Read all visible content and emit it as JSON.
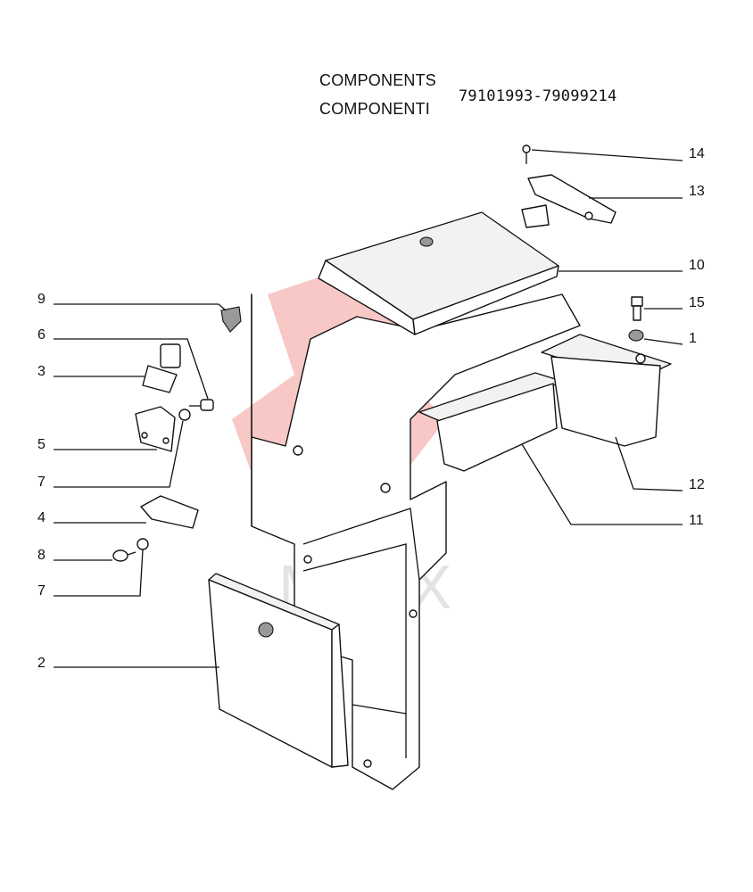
{
  "header": {
    "title_en": "COMPONENTS",
    "title_it": "COMPONENTI",
    "part_range": "79101993-79099214"
  },
  "watermark": {
    "text": "MTEX",
    "color": "#e53935"
  },
  "callouts": [
    {
      "id": "14",
      "label": "14"
    },
    {
      "id": "13",
      "label": "13"
    },
    {
      "id": "10",
      "label": "10"
    },
    {
      "id": "15",
      "label": "15"
    },
    {
      "id": "1",
      "label": "1"
    },
    {
      "id": "12",
      "label": "12"
    },
    {
      "id": "11",
      "label": "11"
    },
    {
      "id": "9",
      "label": "9"
    },
    {
      "id": "6",
      "label": "6"
    },
    {
      "id": "3",
      "label": "3"
    },
    {
      "id": "5",
      "label": "5"
    },
    {
      "id": "7a",
      "label": "7"
    },
    {
      "id": "4",
      "label": "4"
    },
    {
      "id": "8",
      "label": "8"
    },
    {
      "id": "7b",
      "label": "7"
    },
    {
      "id": "2",
      "label": "2"
    }
  ]
}
